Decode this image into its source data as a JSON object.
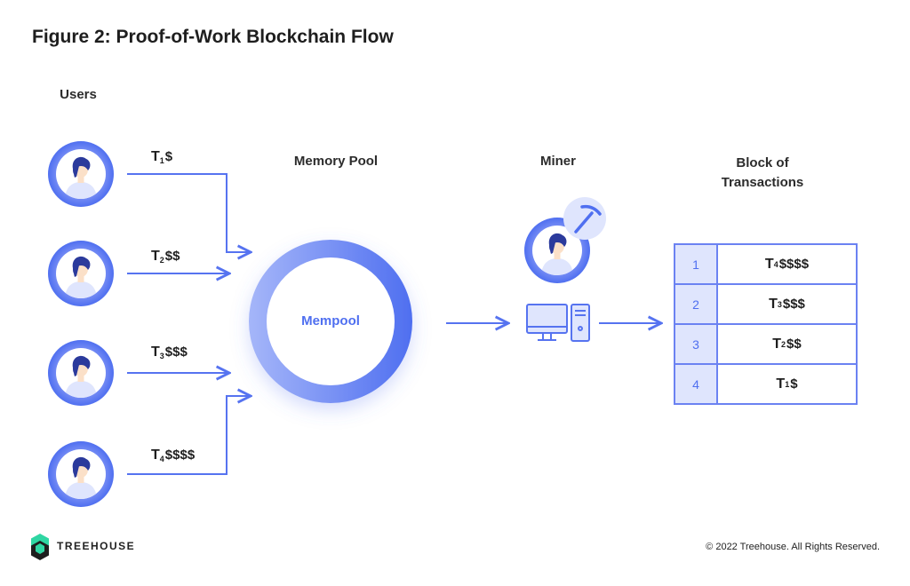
{
  "title": "Figure 2: Proof-of-Work Blockchain Flow",
  "labels": {
    "users": "Users",
    "memory_pool": "Memory Pool",
    "miner": "Miner",
    "block_line1": "Block of",
    "block_line2": "Transactions"
  },
  "mempool_label": "Mempool",
  "user_transactions": [
    {
      "letter": "T",
      "sub": "1",
      "amount": "$"
    },
    {
      "letter": "T",
      "sub": "2",
      "amount": "$$"
    },
    {
      "letter": "T",
      "sub": "3",
      "amount": "$$$"
    },
    {
      "letter": "T",
      "sub": "4",
      "amount": "$$$$"
    }
  ],
  "block_rows": [
    {
      "index": "1",
      "letter": "T",
      "sub": "4",
      "amount": "$$$$"
    },
    {
      "index": "2",
      "letter": "T",
      "sub": "3",
      "amount": "$$$"
    },
    {
      "index": "3",
      "letter": "T",
      "sub": "2",
      "amount": "$$"
    },
    {
      "index": "4",
      "letter": "T",
      "sub": "1",
      "amount": "$"
    }
  ],
  "footer": {
    "brand": "TREEHOUSE",
    "copyright": "© 2022 Treehouse. All Rights Reserved."
  },
  "colors": {
    "accent": "#5673f0",
    "light": "#dfe5fd",
    "hair": "#2b3a9c",
    "skin": "#fbe0c8"
  }
}
